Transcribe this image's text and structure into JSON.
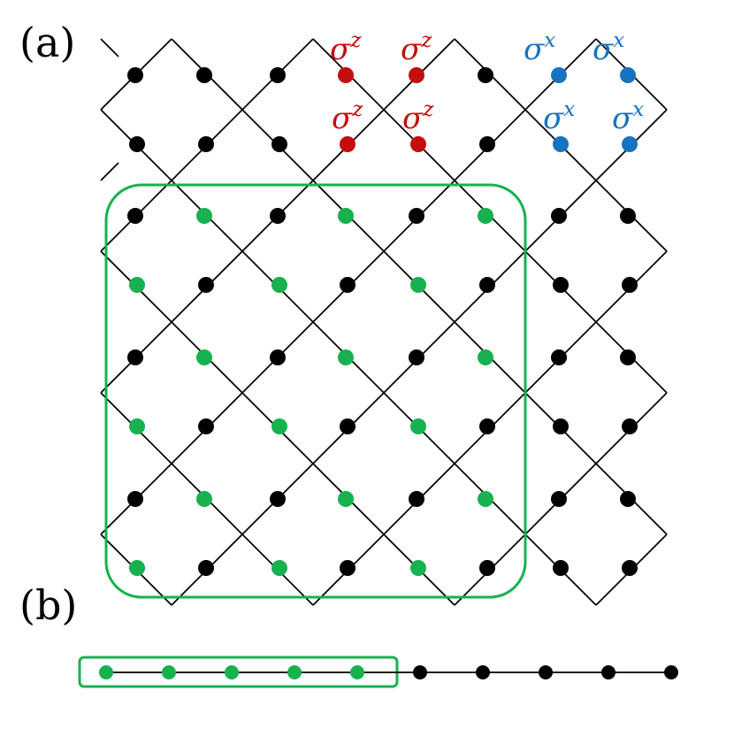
{
  "labels": {
    "panel_a": "(a)",
    "panel_b": "(b)",
    "sigma": "σ",
    "z": "z",
    "x": "x"
  },
  "colors": {
    "edge": "#000000",
    "site_default": "#000000",
    "site_subsystem": "#17b150",
    "site_sigma_z": "#c40d0d",
    "site_sigma_x": "#1573c1",
    "region_outline": "#17b150"
  },
  "lattice": {
    "rows": 8,
    "cols": 8,
    "subsystem_rows": [
      2,
      3,
      4,
      5,
      6,
      7
    ],
    "subsystem_cols": [
      0,
      1,
      2,
      3,
      4,
      5
    ],
    "sigma_z_sites": [
      [
        0,
        3
      ],
      [
        0,
        4
      ],
      [
        1,
        3
      ],
      [
        1,
        4
      ]
    ],
    "sigma_x_sites": [
      [
        0,
        6
      ],
      [
        0,
        7
      ],
      [
        1,
        6
      ],
      [
        1,
        7
      ]
    ]
  },
  "chain": {
    "sites": 10,
    "subsystem_sites": 5
  }
}
